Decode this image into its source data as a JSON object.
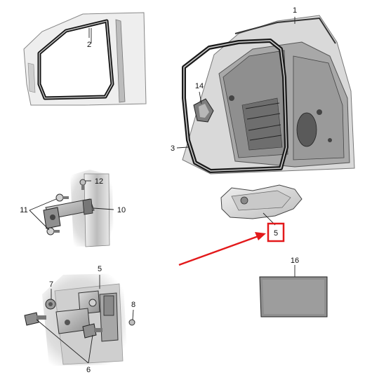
{
  "callouts": [
    {
      "id": "c1",
      "text": "1"
    },
    {
      "id": "c2",
      "text": "2"
    },
    {
      "id": "c3",
      "text": "3"
    },
    {
      "id": "c14",
      "text": "14"
    },
    {
      "id": "c12",
      "text": "12"
    },
    {
      "id": "c11",
      "text": "11"
    },
    {
      "id": "c10",
      "text": "10"
    },
    {
      "id": "c5a",
      "text": "5"
    },
    {
      "id": "c5b",
      "text": "5"
    },
    {
      "id": "c7",
      "text": "7"
    },
    {
      "id": "c8",
      "text": "8"
    },
    {
      "id": "c6",
      "text": "6"
    },
    {
      "id": "c16",
      "text": "16"
    }
  ],
  "highlight": {
    "color": "#e3191b",
    "callout": "5"
  }
}
